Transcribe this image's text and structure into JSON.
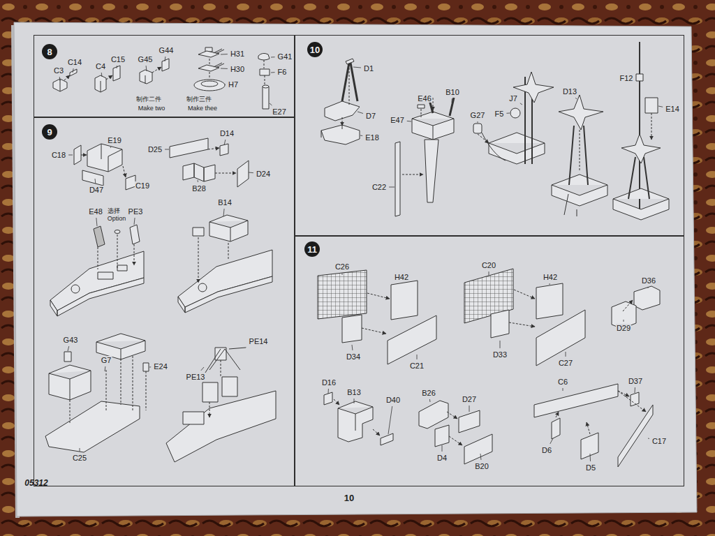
{
  "diagram": {
    "nodes": [
      {
        "text": [
          "8"
        ]
      },
      {
        "text": [
          "9"
        ]
      },
      {
        "text": [
          "10"
        ]
      },
      {
        "text": [
          "11"
        ]
      }
    ],
    "labels": [
      "C3",
      "C14",
      "C4",
      "C15",
      "G45",
      "G44",
      "制作二件",
      "Make two",
      "H31",
      "H30",
      "H7",
      "制作三件",
      "Make thee",
      "G41",
      "F6",
      "E27",
      "C18",
      "E19",
      "D47",
      "C19",
      "D25",
      "D14",
      "B28",
      "D24",
      "E48",
      "选择",
      "Option",
      "PE3",
      "B14",
      "G43",
      "G7",
      "E24",
      "C25",
      "PE14",
      "PE13",
      "D1",
      "D7",
      "E18",
      "E46",
      "E47",
      "B10",
      "C22",
      "G27",
      "F5",
      "J7",
      "D13",
      "F12",
      "E14",
      "C26",
      "H42",
      "D34",
      "C21",
      "C20",
      "H42",
      "D33",
      "C27",
      "D36",
      "D29",
      "D16",
      "B13",
      "D40",
      "B26",
      "D27",
      "D4",
      "B20",
      "C6",
      "D37",
      "C17",
      "D6",
      "D5",
      "05312",
      "10"
    ]
  }
}
